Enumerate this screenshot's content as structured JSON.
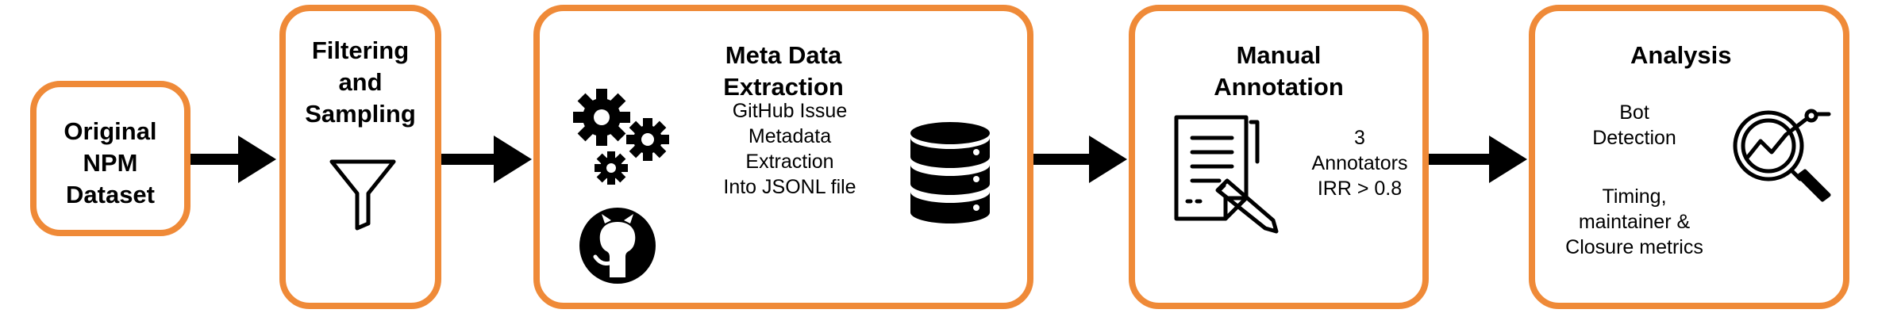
{
  "stages": [
    {
      "title": [
        "Original",
        "NPM",
        "Dataset"
      ]
    },
    {
      "title": [
        "Filtering",
        "and",
        "Sampling"
      ],
      "icon": "funnel-filter-icon"
    },
    {
      "title": [
        "Meta Data",
        "Extraction"
      ],
      "body": [
        "GitHub Issue",
        "Metadata",
        "Extraction",
        "Into JSONL file"
      ],
      "icons": [
        "gears-icon",
        "github-icon",
        "database-icon"
      ]
    },
    {
      "title": [
        "Manual",
        "Annotation"
      ],
      "body": [
        "3",
        "Annotators",
        "IRR > 0.8"
      ],
      "icons": [
        "document-annotation-icon"
      ]
    },
    {
      "title": [
        "Analysis"
      ],
      "body": [
        "Bot",
        "Detection"
      ],
      "body2": [
        "Timing,",
        "maintainer &",
        "Closure metrics"
      ],
      "icons": [
        "magnifier-chart-icon"
      ]
    }
  ],
  "colors": {
    "border": "#ef8a38",
    "arrow": "#000000",
    "icon": "#000000"
  }
}
